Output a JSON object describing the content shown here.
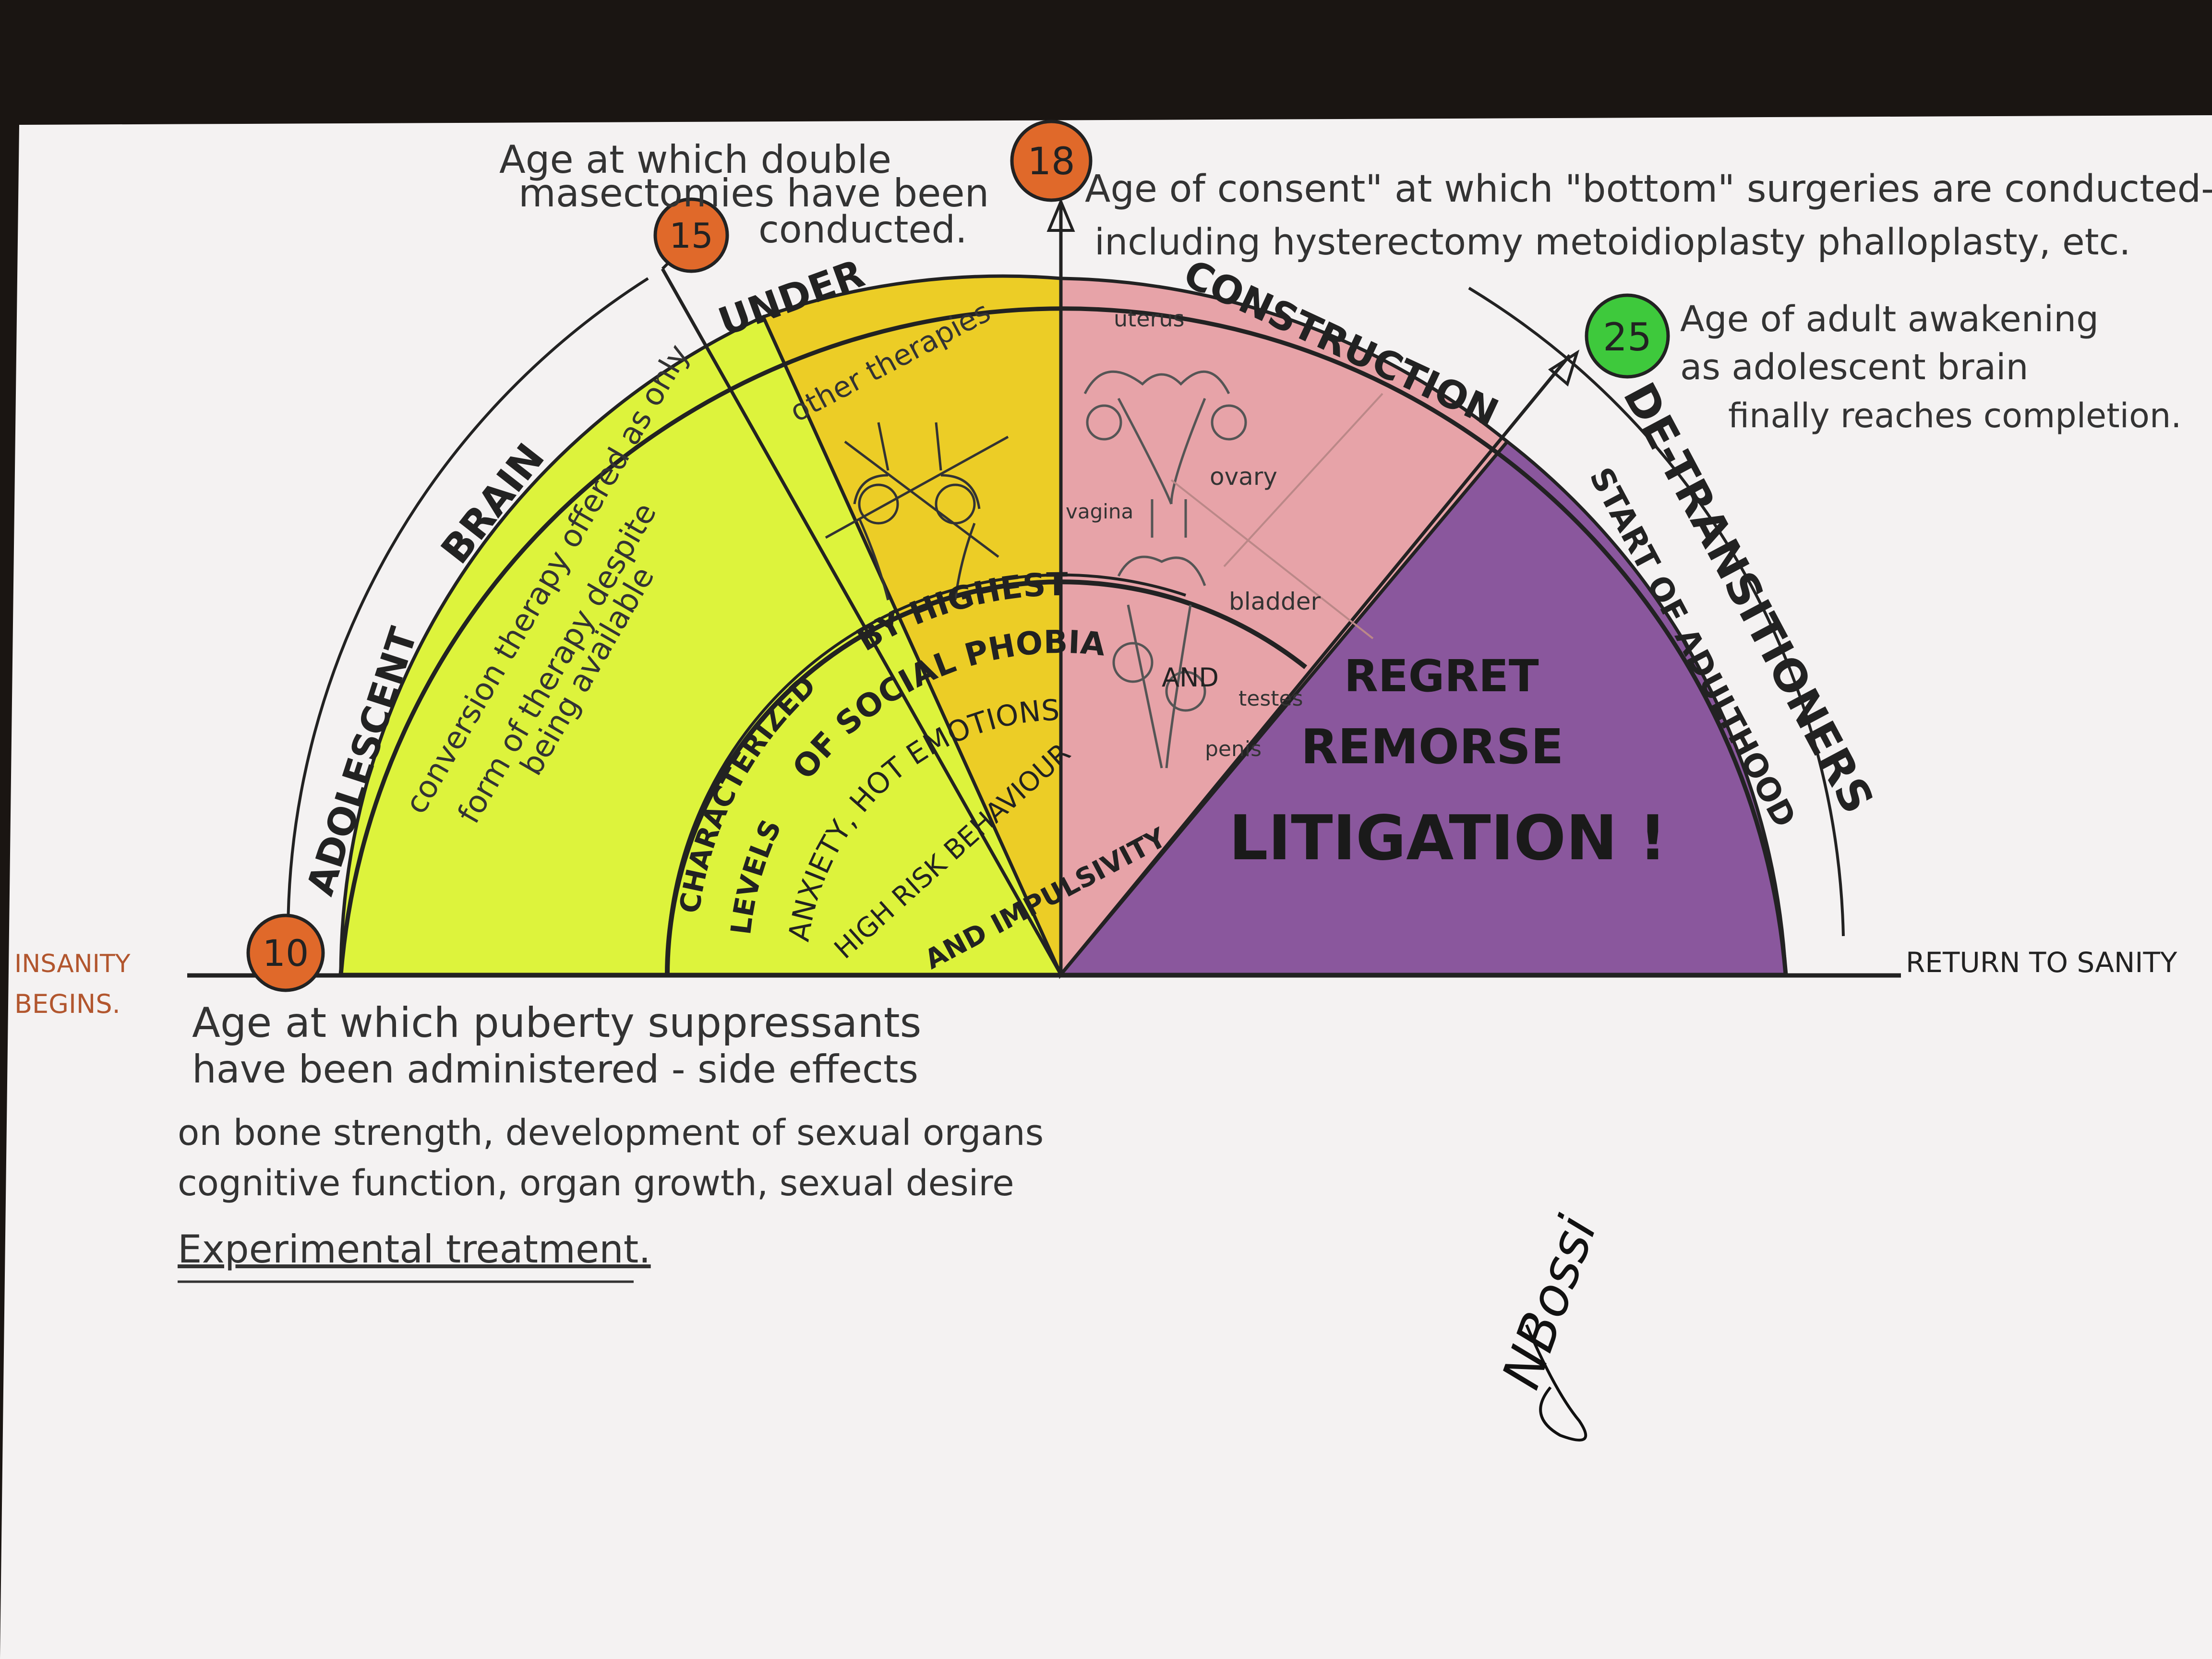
{
  "colors": {
    "background": "#1a1512",
    "paper": "#f4f2f2",
    "ink": "#222222",
    "yellow_green": "#ddf33c",
    "yellow": "#eccd26",
    "pink": "#e7a3a8",
    "purple": "#8a579d",
    "orange_marker": "#e0692a",
    "green_marker": "#3ec93c",
    "brown_text": "#b2562e"
  },
  "markers": {
    "m10": "10",
    "m15": "15",
    "m18": "18",
    "m25": "25"
  },
  "arc_labels": {
    "adolescent": "ADOLESCENT",
    "brain": "BRAIN",
    "under": "UNDER",
    "construction": "CONSTRUCTION",
    "de_transitioners": "DE-TRANSITIONERS",
    "start_of_adulthood": "START OF ADULTHOOD"
  },
  "inner_ring": {
    "characterized": "CHARACTERIZED",
    "by_highest": "BY HIGHEST",
    "levels": "LEVELS",
    "of_social_phobia": "OF SOCIAL PHOBIA",
    "anxiety_hot_emotions": "ANXIETY, HOT EMOTIONS",
    "high_risk_behaviour": "HIGH RISK BEHAVIOUR",
    "and_impulsivity": "AND IMPULSIVITY",
    "and": "AND"
  },
  "green_sector_text": {
    "line1": "conversion therapy offered as only",
    "line2": "form of therapy despite",
    "line3": "being available"
  },
  "yellow_sector_text": {
    "line1": "other therapies"
  },
  "anatomy_labels": {
    "uterus": "uterus",
    "ovary": "ovary",
    "vagina": "vagina",
    "bladder": "bladder",
    "testes": "testes",
    "penis": "penis"
  },
  "purple_sector_text": {
    "regret": "REGRET",
    "remorse": "REMORSE",
    "litigation": "LITIGATION !"
  },
  "annotations": {
    "mastectomy_line1": "Age at which double",
    "mastectomy_line2": "masectomies have been",
    "mastectomy_line3": "conducted.",
    "consent_line1": "Age of consent\" at which \"bottom\" surgeries are conducted-",
    "consent_line2": "including hysterectomy metoidioplasty phalloplasty, etc.",
    "awakening_line1": "Age of adult awakening",
    "awakening_line2": "as adolescent brain",
    "awakening_line3": "finally reaches completion.",
    "insanity_line1": "INSANITY",
    "insanity_line2": "BEGINS.",
    "return": "RETURN TO SANITY",
    "puberty_line1": "Age at which puberty suppressants",
    "puberty_line2": "have been administered - side effects",
    "puberty_line3": "on bone strength, development of sexual organs",
    "puberty_line4": "cognitive function, organ growth, sexual desire",
    "puberty_line5": "Experimental treatment."
  },
  "signature": "NBossi"
}
